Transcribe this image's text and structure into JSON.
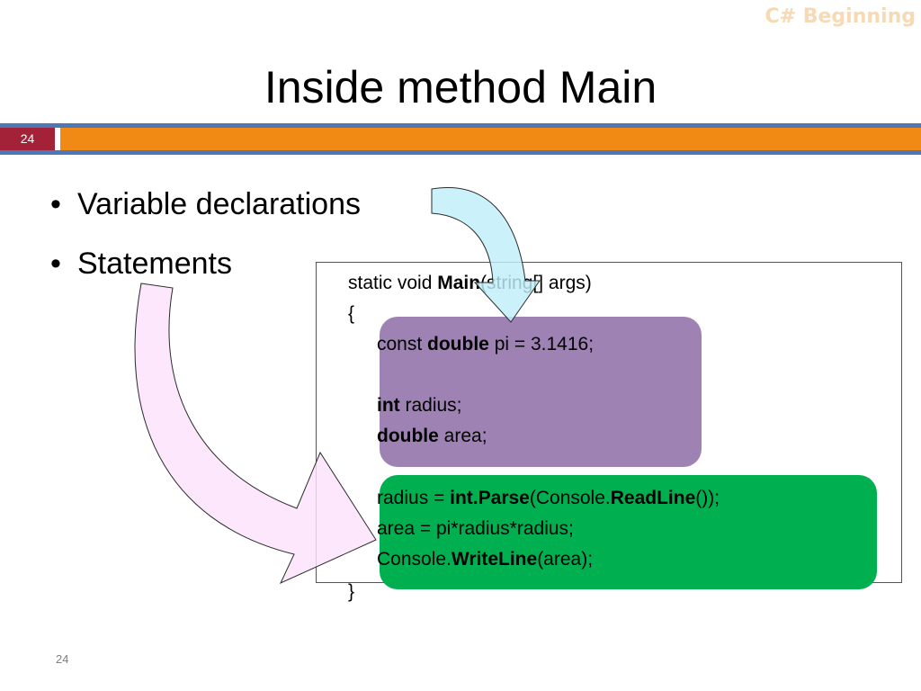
{
  "header": {
    "tag": "C# Beginning"
  },
  "slide": {
    "title": "Inside method Main",
    "number_badge": "24",
    "page_number": "24"
  },
  "bullets": [
    {
      "symbol": "•",
      "text": "Variable declarations"
    },
    {
      "symbol": "•",
      "text": "Statements"
    }
  ],
  "code": {
    "signature": {
      "pre": "static void ",
      "method": "Main",
      "post": "(string[] args)"
    },
    "open_brace": "{",
    "declarations": [
      {
        "pre": "const ",
        "kw": "double",
        "post": " pi = 3.1416;"
      },
      {
        "kw": "int",
        "post": " radius;"
      },
      {
        "kw": "double",
        "post": " area;"
      }
    ],
    "statements": [
      {
        "p1": "radius = ",
        "b1": "int",
        "p2": ".",
        "b2": "Parse",
        "p3": "(Console.",
        "b3": "ReadLine",
        "p4": "());"
      },
      {
        "p1": "area = pi*radius*radius;"
      },
      {
        "p1": "Console.",
        "b1": "WriteLine",
        "p2": "(area);"
      }
    ],
    "close_brace": "}"
  },
  "colors": {
    "title_band_blue": "#4e78b5",
    "title_band_orange": "#f08a14",
    "number_badge": "#a32238",
    "declarations_highlight": "#9f82b4",
    "statements_highlight": "#00b050",
    "declarations_arrow": "#bfeefa",
    "statements_arrow": "#fde2fb",
    "header_tag": "#f7d9b4"
  }
}
